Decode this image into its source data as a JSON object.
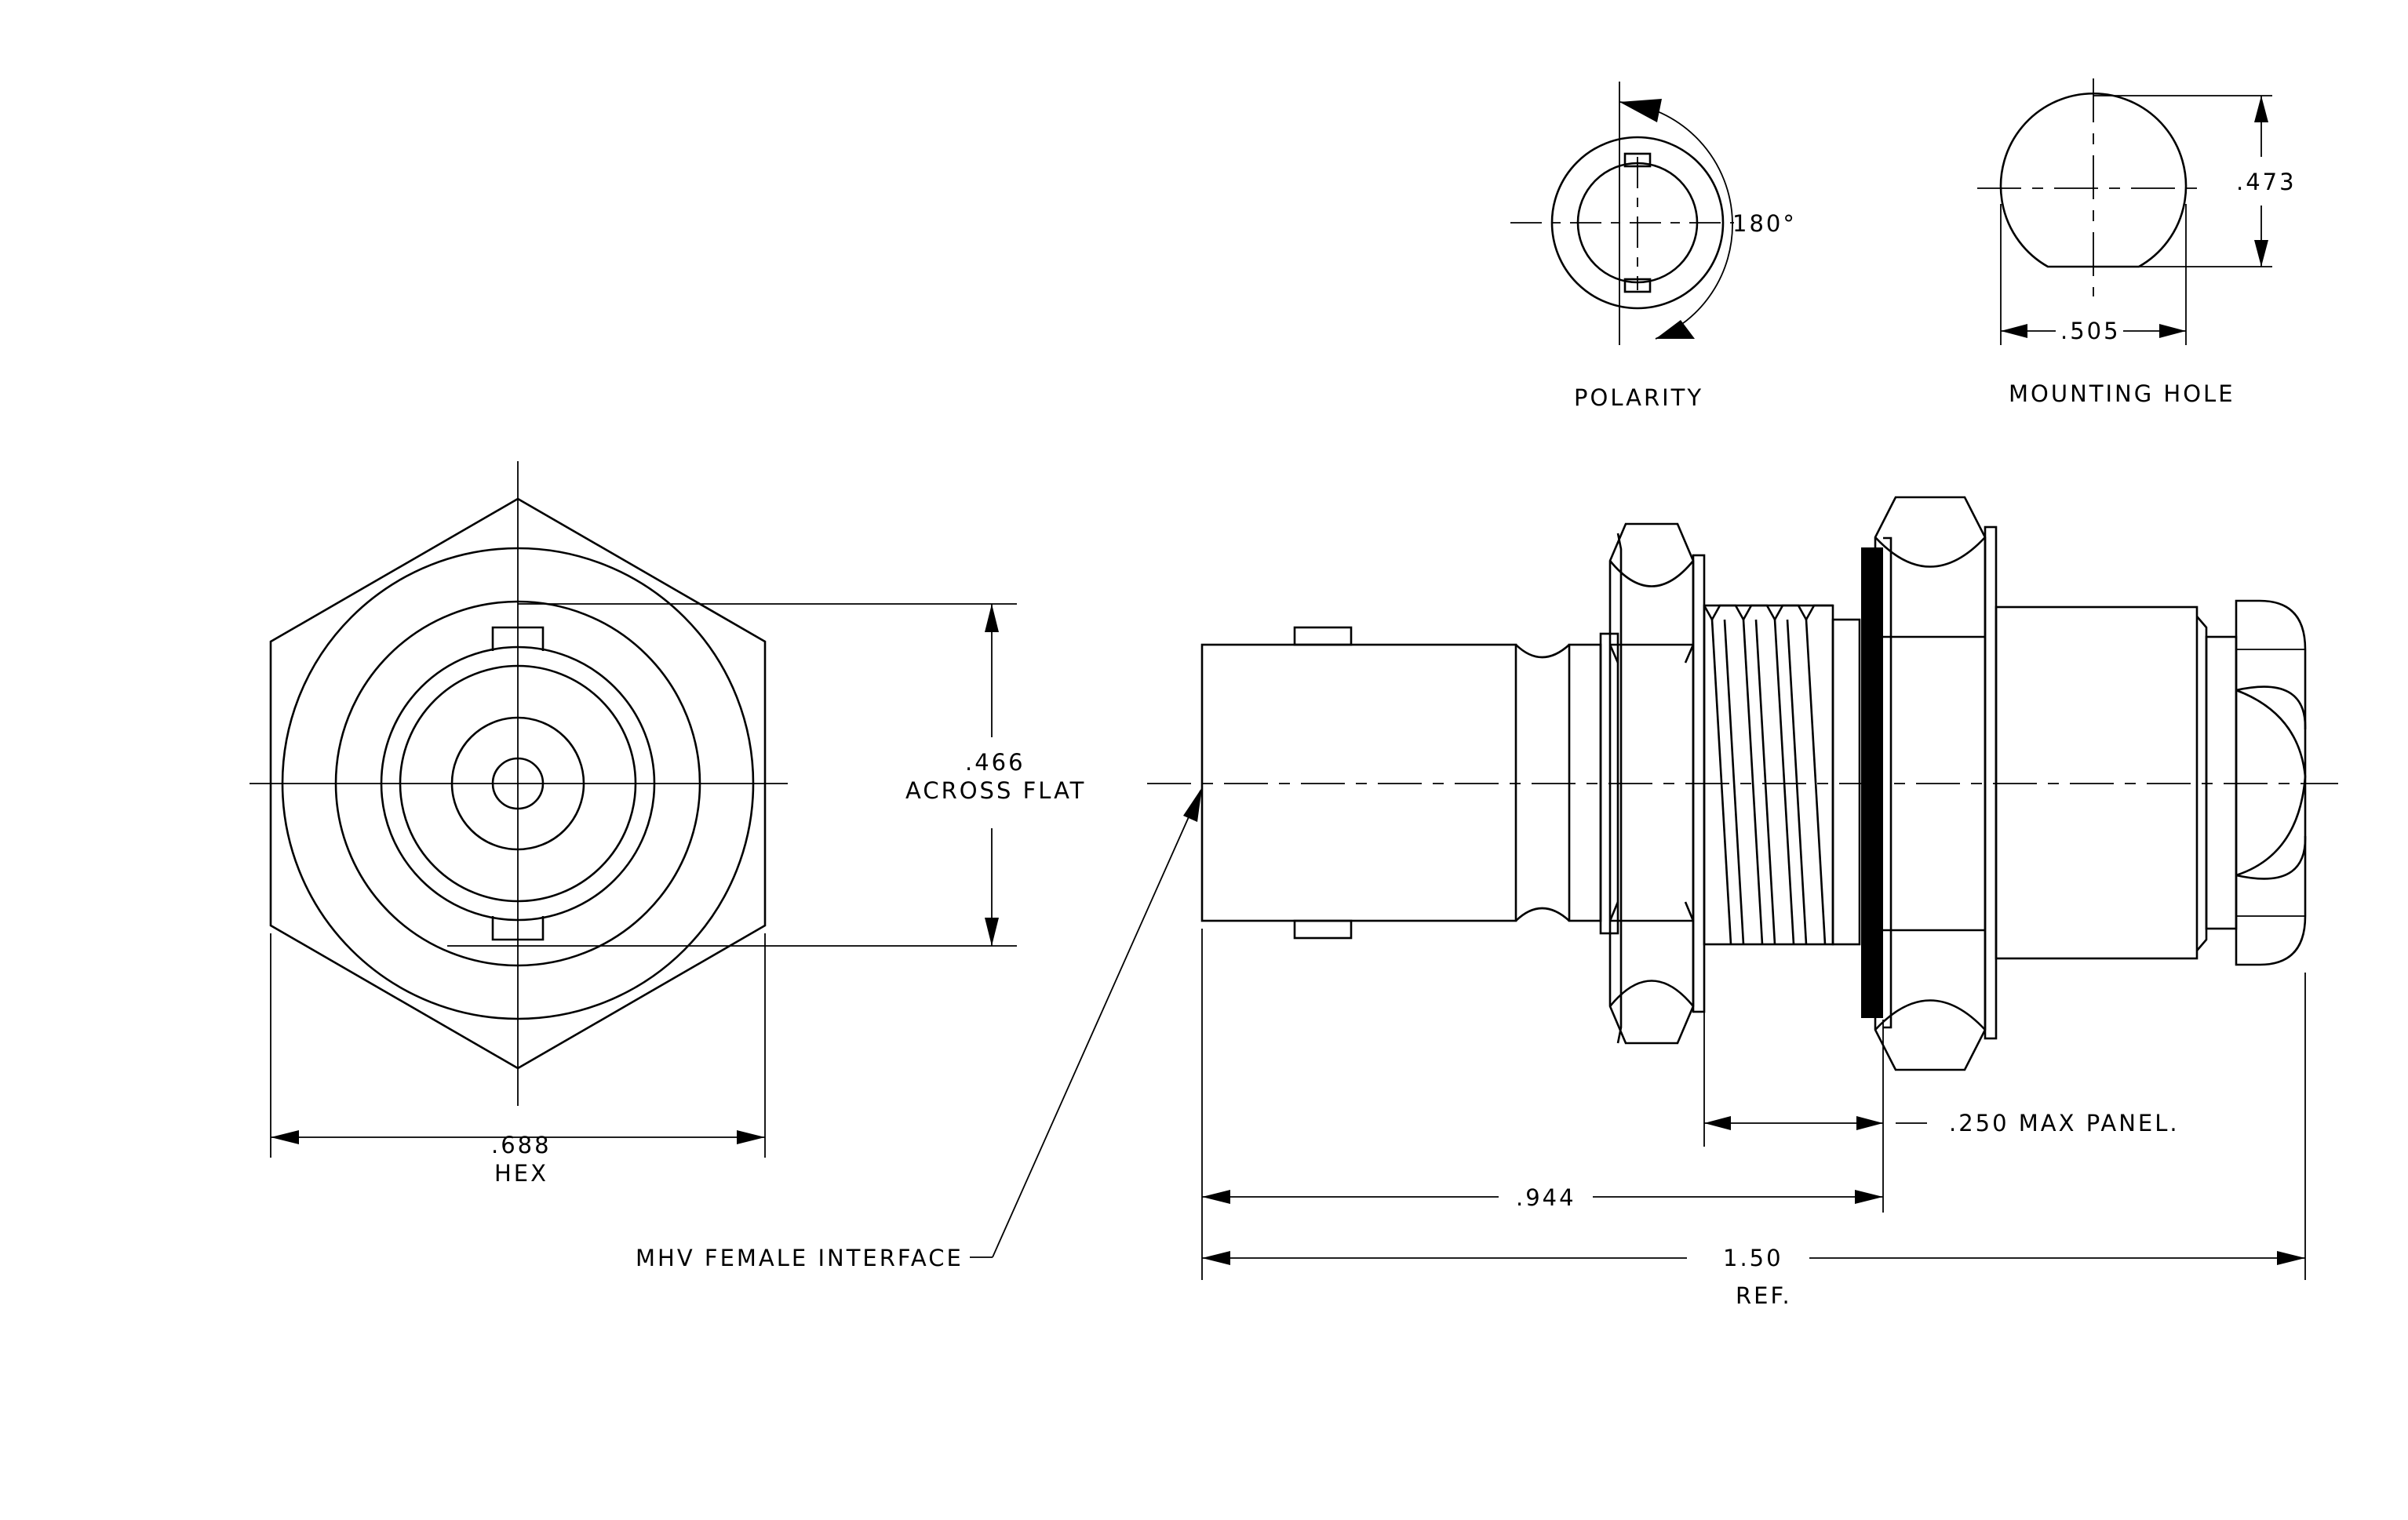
{
  "labels": {
    "polarity": "POLARITY",
    "mounting_hole": "MOUNTING HOLE",
    "polarity_angle": "180°",
    "mounting_height": ".473",
    "mounting_width": ".505",
    "across_flat_value": ".466",
    "across_flat_text": "ACROSS FLAT",
    "hex_value": ".688",
    "hex_text": "HEX",
    "interface": "MHV FEMALE INTERFACE",
    "max_panel": ".250 MAX PANEL.",
    "length_944": ".944",
    "overall_length": "1.50",
    "overall_ref": "REF."
  },
  "colors": {
    "line": "#000000",
    "background": "#ffffff"
  }
}
